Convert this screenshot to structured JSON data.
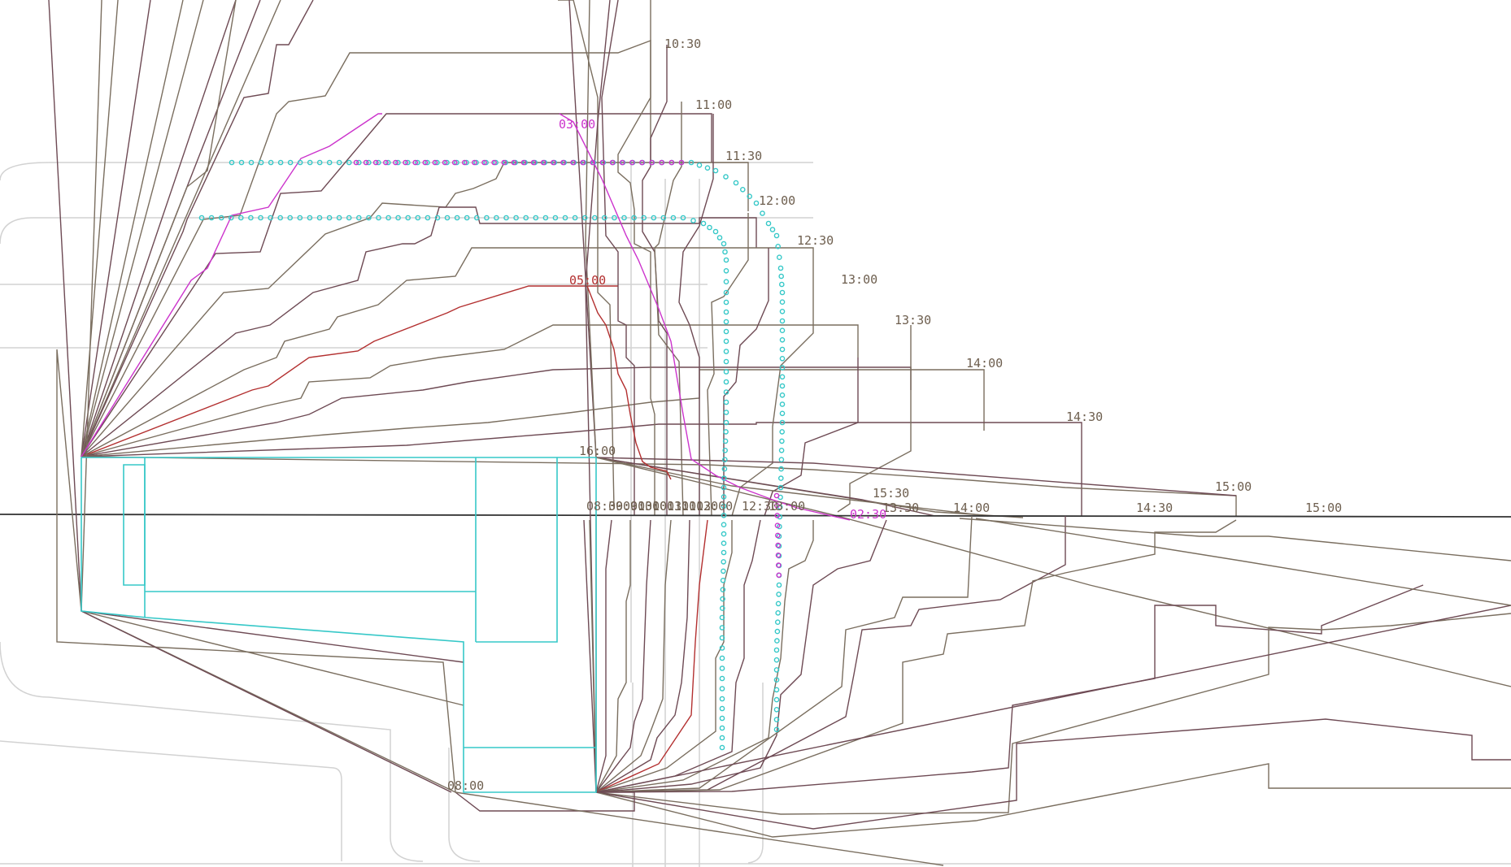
{
  "drawing": {
    "colors": {
      "background": "#ffffff",
      "shadow_line": "#7a6e5f",
      "shadow_line_alt": "#6e4a54",
      "building_outline": "#36c8c8",
      "site_outline": "#d2d2d2",
      "ground_line": "#333333",
      "magenta_curve": "#cc33cc",
      "red_curve": "#b33030",
      "cyan_dots": "#36c8c8"
    },
    "upper_time_labels": [
      "10:30",
      "11:00",
      "11:30",
      "12:00",
      "12:30",
      "13:00",
      "13:30",
      "14:00",
      "14:30",
      "15:00",
      "15:30",
      "16:00"
    ],
    "ground_time_labels": [
      "08:30",
      "09:00",
      "09:30",
      "10:00",
      "10:30",
      "11:00",
      "11:30",
      "12:00",
      "12:30",
      "13:00",
      "13:30",
      "14:00",
      "14:30",
      "15:00"
    ],
    "lower_time_labels": [
      "08:00"
    ],
    "contour_labels": [
      {
        "text": "03:00",
        "color": "#cc33cc"
      },
      {
        "text": "05:00",
        "color": "#b33030"
      },
      {
        "text": "02:30",
        "color": "#cc33cc"
      }
    ]
  }
}
